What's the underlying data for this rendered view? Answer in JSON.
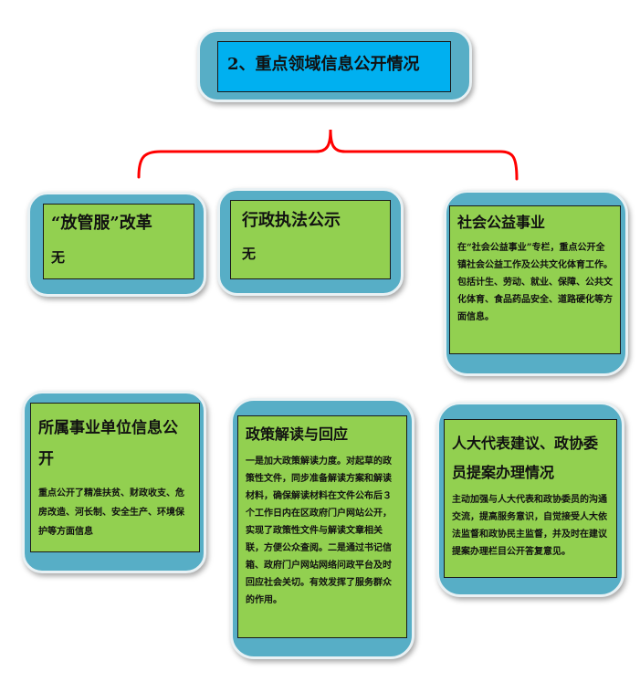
{
  "title": "2、重点领域信息公开情况",
  "colors": {
    "connector": "#ff0000",
    "outer_box": "#57aec6",
    "inner_box": "#92d050",
    "title_box": "#00b0f0"
  },
  "boxes": [
    {
      "heading": "“放管服”改革",
      "body": "无"
    },
    {
      "heading": "行政执法公示",
      "body": "无"
    },
    {
      "heading": "社会公益事业",
      "body": "在“社会公益事业”专栏，重点公开全镇社会公益工作及公共文化体育工作。包括计生、劳动、就业、保障、公共文化体育、食品药品安全、道路硬化等方面信息。"
    },
    {
      "heading": "所属事业单位信息公开",
      "body": "重点公开了精准扶贫、财政收支、危房改造、河长制、安全生产、环境保护等方面信息"
    },
    {
      "heading": "政策解读与回应",
      "body": "一是加大政策解读力度。对起草的政策性文件，同步准备解读方案和解读材料，确保解读材料在文件公布后３个工作日内在区政府门户网站公开，实现了政策性文件与解读文章相关联，方便公众查阅。二是通过书记信箱、政府门户网站网络问政平台及时回应社会关切。有效发挥了服务群众的作用。"
    },
    {
      "heading": "人大代表建议、政协委员提案办理情况",
      "body": "主动加强与人大代表和政协委员的沟通交流，提高服务意识，自觉接受人大依法监督和政协民主监督，并及时在建议提案办理栏目公开答复意见。"
    }
  ]
}
